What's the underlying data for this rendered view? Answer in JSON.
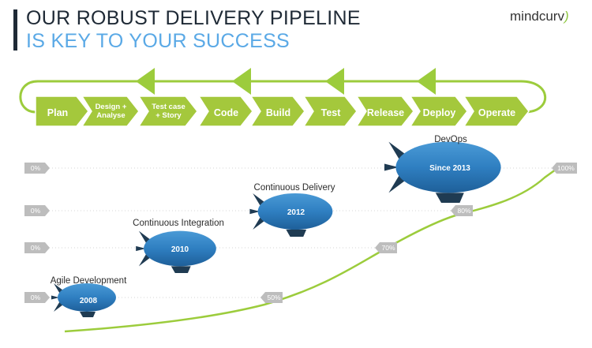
{
  "header": {
    "title_line1": "OUR ROBUST DELIVERY PIPELINE",
    "title_line2": "IS KEY TO YOUR SUCCESS"
  },
  "logo": {
    "text_main": "mindcurv",
    "text_accent": ")"
  },
  "pipeline": {
    "steps": [
      {
        "line1": "Plan",
        "line2": ""
      },
      {
        "line1": "Design +",
        "line2": "Analyse"
      },
      {
        "line1": "Test case",
        "line2": "+ Story"
      },
      {
        "line1": "Code",
        "line2": ""
      },
      {
        "line1": "Build",
        "line2": ""
      },
      {
        "line1": "Test",
        "line2": ""
      },
      {
        "line1": "Release",
        "line2": ""
      },
      {
        "line1": "Deploy",
        "line2": ""
      },
      {
        "line1": "Operate",
        "line2": ""
      }
    ]
  },
  "lanes": [
    {
      "label": "Agile Development",
      "year": "2008",
      "start_pct": "0%",
      "end_pct": "50%"
    },
    {
      "label": "Continuous Integration",
      "year": "2010",
      "start_pct": "0%",
      "end_pct": "70%"
    },
    {
      "label": "Continuous Delivery",
      "year": "2012",
      "start_pct": "0%",
      "end_pct": "80%"
    },
    {
      "label": "DevOps",
      "year": "Since 2013",
      "start_pct": "0%",
      "end_pct": "100%"
    }
  ],
  "colors": {
    "arrow_green": "#a4c83c",
    "loop_green": "#9ccc3c",
    "blimp_blue": "#2f7fc1",
    "blimp_dark": "#1f3b52",
    "tag_gray": "#bdbdbd",
    "title_dark": "#1f2a36",
    "title_blue": "#5aa9e6"
  }
}
